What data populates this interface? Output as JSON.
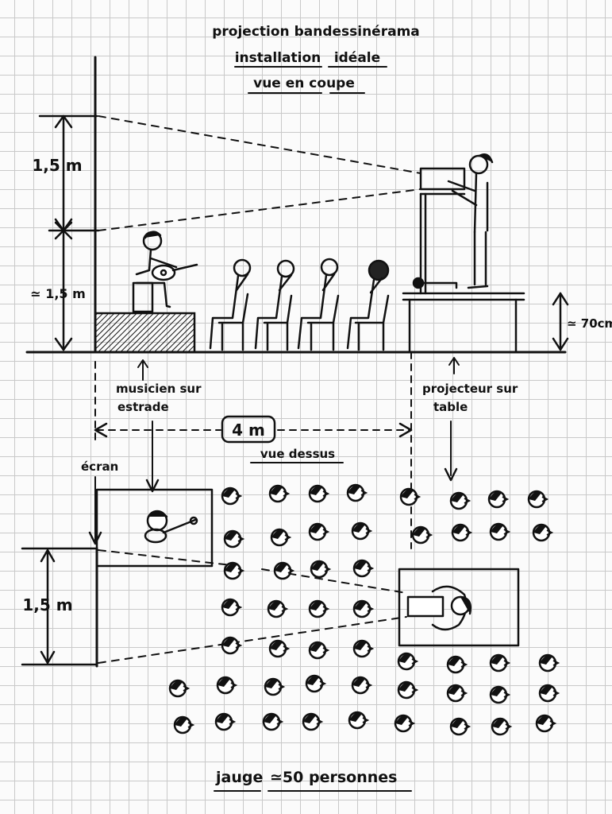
{
  "title": {
    "line1": "projection bandessinérama",
    "line2_part1": "installation",
    "line2_part2": "idéale",
    "line3": "vue en coupe"
  },
  "dimensions": {
    "upper_height": "1,5 m",
    "lower_height": "≃ 1,5 m",
    "table_height": "≃ 70cm",
    "distance": "4 m",
    "screen_top_height": "1,5 m"
  },
  "labels": {
    "musician_line1": "musicien sur",
    "musician_line2": "estrade",
    "projector_line1": "projecteur sur",
    "projector_line2": "table",
    "screen": "écran",
    "top_view": "vue dessus"
  },
  "footer": {
    "prefix": "jauge",
    "value": "≃50 personnes"
  },
  "audience_count": 50
}
